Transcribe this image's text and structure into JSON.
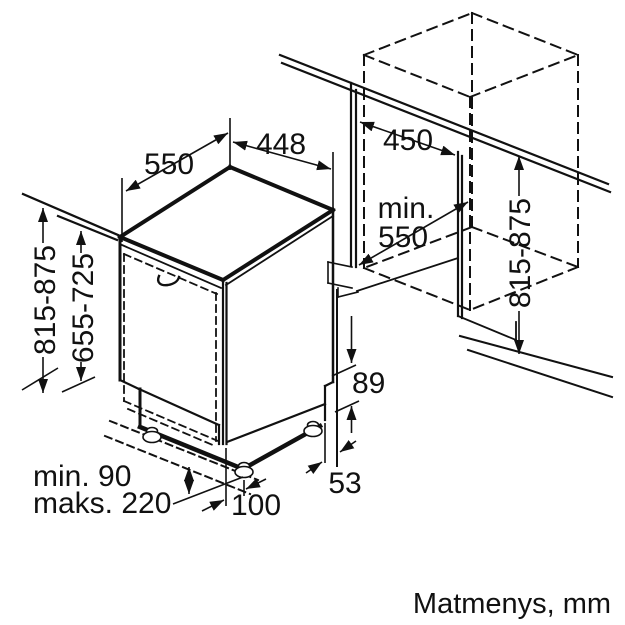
{
  "diagram": {
    "title": "appliance-installation-drawing",
    "unit_note": "Matmenys, mm",
    "labels": {
      "top_depth": "550",
      "top_width": "448",
      "niche_width": "450",
      "niche_depth_prefix": "min.",
      "niche_depth_value": "550",
      "height_left": "815-875",
      "door_height": "655-725",
      "height_right": "815-875",
      "base_step_height": "89",
      "side_gap": "53",
      "foot_offset": "100",
      "plinth_min": "min. 90",
      "plinth_max": "maks. 220"
    },
    "colors": {
      "line": "#111111",
      "background": "#ffffff"
    }
  }
}
